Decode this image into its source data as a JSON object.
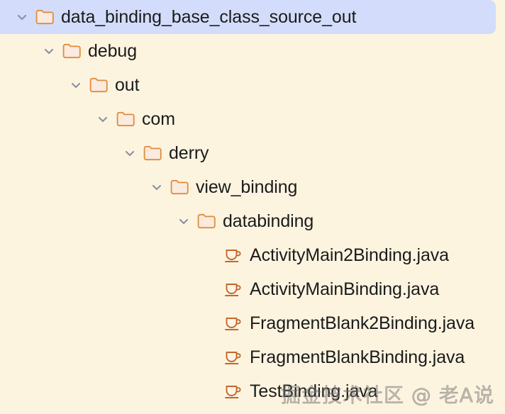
{
  "theme": {
    "background": "#fdf4e0",
    "selection_background": "#d3ddfb",
    "text_color": "#1b1b1b",
    "folder_outline": "#e08c3c",
    "folder_fill": "#fbeade",
    "java_icon_color": "#c2672a",
    "chevron_color": "#8b8fa3"
  },
  "tree": {
    "items": [
      {
        "label": "data_binding_base_class_source_out",
        "type": "folder",
        "depth": 0,
        "expanded": true,
        "selected": true
      },
      {
        "label": "debug",
        "type": "folder",
        "depth": 1,
        "expanded": true,
        "selected": false
      },
      {
        "label": "out",
        "type": "folder",
        "depth": 2,
        "expanded": true,
        "selected": false
      },
      {
        "label": "com",
        "type": "folder",
        "depth": 3,
        "expanded": true,
        "selected": false
      },
      {
        "label": "derry",
        "type": "folder",
        "depth": 4,
        "expanded": true,
        "selected": false
      },
      {
        "label": "view_binding",
        "type": "folder",
        "depth": 5,
        "expanded": true,
        "selected": false
      },
      {
        "label": "databinding",
        "type": "folder",
        "depth": 6,
        "expanded": true,
        "selected": false
      },
      {
        "label": "ActivityMain2Binding.java",
        "type": "java-file",
        "depth": 7,
        "expanded": null,
        "selected": false
      },
      {
        "label": "ActivityMainBinding.java",
        "type": "java-file",
        "depth": 7,
        "expanded": null,
        "selected": false
      },
      {
        "label": "FragmentBlank2Binding.java",
        "type": "java-file",
        "depth": 7,
        "expanded": null,
        "selected": false
      },
      {
        "label": "FragmentBlankBinding.java",
        "type": "java-file",
        "depth": 7,
        "expanded": null,
        "selected": false
      },
      {
        "label": "TestBinding.java",
        "type": "java-file",
        "depth": 7,
        "expanded": null,
        "selected": false
      }
    ]
  },
  "watermark": {
    "text": "掘金技术社区 @ 老A说"
  }
}
